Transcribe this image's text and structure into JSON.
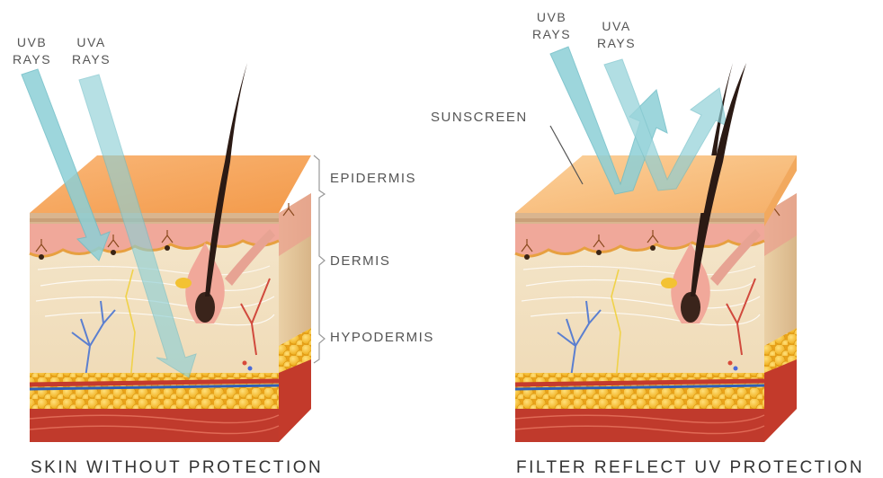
{
  "left_panel": {
    "uvb_label": [
      "UVB",
      "RAYS"
    ],
    "uva_label": [
      "UVA",
      "RAYS"
    ],
    "caption": "SKIN WITHOUT PROTECTION"
  },
  "right_panel": {
    "uvb_label": [
      "UVB",
      "RAYS"
    ],
    "uva_label": [
      "UVA",
      "RAYS"
    ],
    "sunscreen_label": "SUNSCREEN",
    "caption": "FILTER REFLECT UV PROTECTION"
  },
  "layer_labels": {
    "epidermis": "EPIDERMIS",
    "dermis": "DERMIS",
    "hypodermis": "HYPODERMIS"
  },
  "colors": {
    "skin_top": "#f7a65e",
    "epidermis": "#f3c2a0",
    "dermis": "#f1dfbf",
    "fat": "#f7c12e",
    "muscle": "#b92a28",
    "uv_ray": "#8dcfd6",
    "hair": "#2b1a14"
  }
}
